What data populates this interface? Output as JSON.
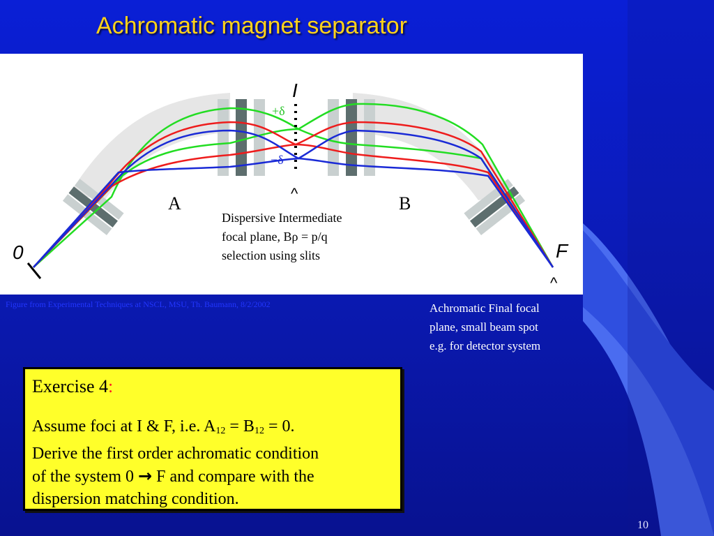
{
  "slide": {
    "title": "Achromatic magnet separator",
    "page_number": "10"
  },
  "figure": {
    "labels": {
      "origin": "0",
      "intermediate": "I",
      "final": "F",
      "magnet_a": "A",
      "magnet_b": "B",
      "plus_delta": "+δ",
      "minus_delta": "−δ",
      "caret": "^"
    },
    "intermediate_caption": [
      "Dispersive Intermediate",
      "focal plane, Bρ = p/q",
      "selection using slits"
    ],
    "credit": "Figure from Experimental Techniques at NSCL, MSU, Th. Baumann, 8/2/2002",
    "colors": {
      "plus_delta_ray": "#22dd22",
      "central_ray": "#ee1c1c",
      "minus_delta_ray": "#1a2ad6"
    }
  },
  "final_caption": [
    "Achromatic Final focal",
    "plane, small beam spot",
    "e.g. for detector system"
  ],
  "exercise": {
    "heading": "Exercise 4",
    "colon": ":",
    "line1_prefix": "Assume foci at I & F, i.e. A",
    "line1_sub_a": "12",
    "line1_mid": " = B",
    "line1_sub_b": "12",
    "line1_suffix": " = 0.",
    "line2": "Derive the first order achromatic condition",
    "line3_prefix": "of the system 0 ",
    "line3_arrow": "→",
    "line3_suffix": " F and compare with the",
    "line4": "dispersion matching condition."
  }
}
